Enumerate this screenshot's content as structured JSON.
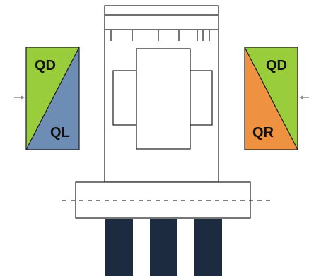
{
  "labels": {
    "left_top": "QD",
    "left_bottom": "QL",
    "right_top": "QD",
    "right_bottom": "QR"
  },
  "colors": {
    "green": "#9ACD3C",
    "blue": "#6E8DB5",
    "orange": "#EE9140",
    "navy": "#1C2B3F",
    "line": "#1a1a1a",
    "arrow": "#8a8a8a",
    "dash": "#333333"
  }
}
